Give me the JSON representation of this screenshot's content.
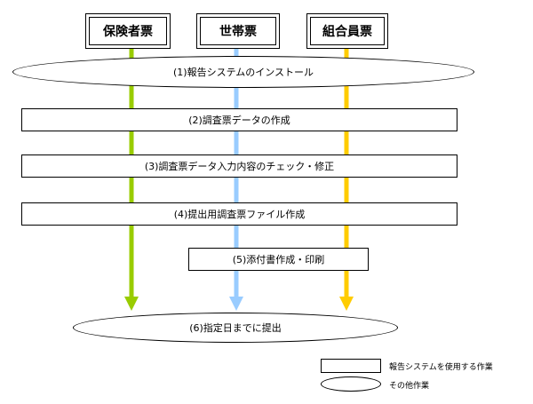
{
  "forms": [
    {
      "label": "保険者票",
      "color": "#99cc00"
    },
    {
      "label": "世帯票",
      "color": "#99ccff"
    },
    {
      "label": "組合員票",
      "color": "#ffcc00"
    }
  ],
  "steps": {
    "s1": "(1)報告システムのインストール",
    "s2": "(2)調査票データの作成",
    "s3": "(3)調査票データ入力内容のチェック・修正",
    "s4": "(4)提出用調査票ファイル作成",
    "s5": "(5)添付書作成・印刷",
    "s6": "(6)指定日までに提出"
  },
  "legend": {
    "rect_label": "報告システムを使用する作業",
    "ellipse_label": "その他作業"
  }
}
